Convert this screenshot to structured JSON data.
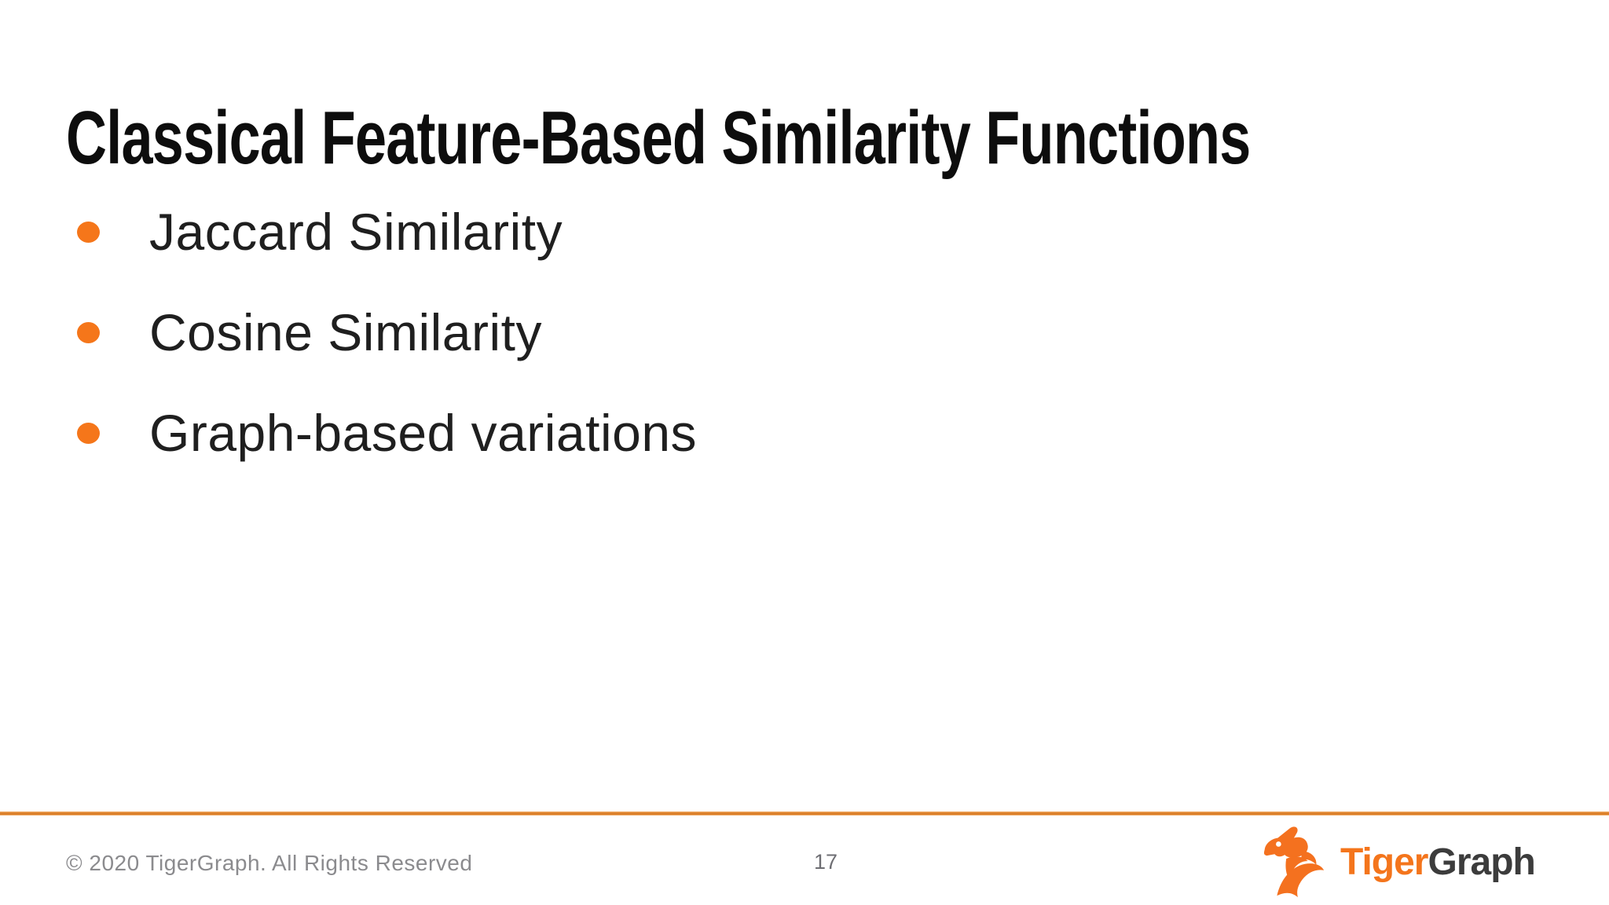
{
  "slide": {
    "title": "Classical Feature-Based Similarity Functions",
    "bullets": [
      "Jaccard Similarity",
      "Cosine Similarity",
      "Graph-based variations"
    ],
    "footer": {
      "copyright": "© 2020 TigerGraph. All Rights Reserved",
      "page_number": "17",
      "logo": {
        "icon": "tiger-head-icon",
        "brand_first": "Tiger",
        "brand_second": "Graph"
      }
    },
    "colors": {
      "bullet_orange": "#F5761A",
      "divider_orange": "#D97B23",
      "title_black": "#0D0D0D",
      "body_text": "#1F1F1F",
      "footer_gray": "#8B8B8E",
      "page_number_gray": "#6E6E73",
      "logo_orange": "#F4751C",
      "logo_dark": "#3C3C3C"
    }
  }
}
